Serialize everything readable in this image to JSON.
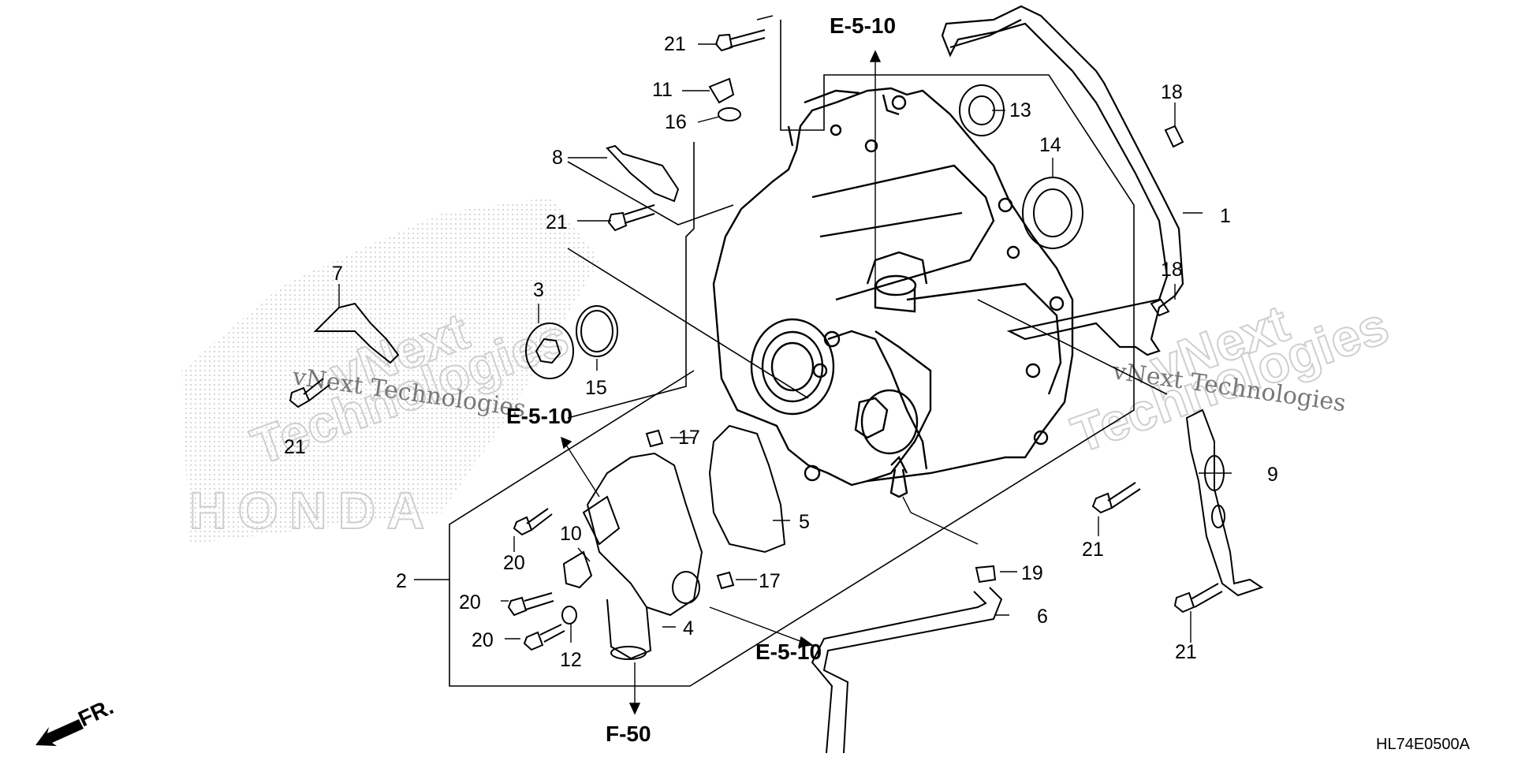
{
  "diagram": {
    "drawing_code": "HL74E0500A",
    "front_label": "FR.",
    "references": {
      "top": "E-5-10",
      "left": "E-5-10",
      "bottom_right": "E-5-10",
      "bottom": "F-50"
    },
    "watermark": {
      "line1": "vNext",
      "line2": "Technologies",
      "inline": "vNext Technologies",
      "brand": "HONDA"
    },
    "callouts": {
      "c1": "1",
      "c2": "2",
      "c3": "3",
      "c4": "4",
      "c5": "5",
      "c6": "6",
      "c7": "7",
      "c8": "8",
      "c9": "9",
      "c10": "10",
      "c11": "11",
      "c12": "12",
      "c13": "13",
      "c14": "14",
      "c15": "15",
      "c16": "16",
      "c17a": "17",
      "c17b": "17",
      "c18a": "18",
      "c18b": "18",
      "c19": "19",
      "c20a": "20",
      "c20b": "20",
      "c20c": "20",
      "c21a": "21",
      "c21b": "21",
      "c21c": "21",
      "c21d": "21",
      "c21e": "21"
    }
  }
}
